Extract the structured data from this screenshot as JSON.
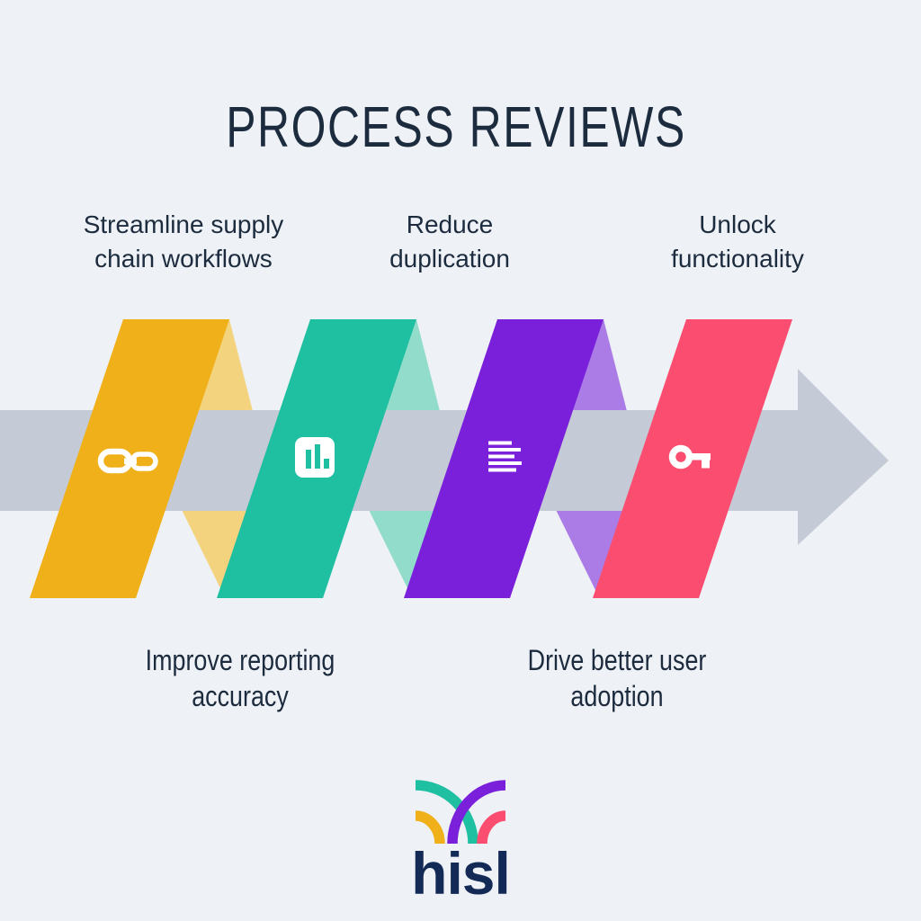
{
  "title": "PROCESS REVIEWS",
  "labels_top": [
    {
      "text": "Streamline supply\nchain workflows"
    },
    {
      "text": "Reduce\nduplication"
    },
    {
      "text": "Unlock\nfunctionality"
    }
  ],
  "labels_bottom": [
    {
      "text": "Improve reporting\naccuracy"
    },
    {
      "text": "Drive better user\nadoption"
    }
  ],
  "ribbons": [
    {
      "name": "yellow",
      "icon": "chain-link-icon",
      "color": "#F0B01A",
      "fold_color": "#F3D37E"
    },
    {
      "name": "teal",
      "icon": "bar-chart-icon",
      "color": "#1FBFA2",
      "fold_color": "#92DCCB"
    },
    {
      "name": "purple",
      "icon": "text-lines-icon",
      "color": "#7A20DB",
      "fold_color": "#AC7CE6"
    },
    {
      "name": "pink",
      "icon": "key-icon",
      "color": "#FA4D6F"
    }
  ],
  "arrow": {
    "color": "#C5CBD6"
  },
  "canvas": {
    "background": "#EEF1F5"
  },
  "icon_color": "#FFFFFF",
  "text_color": "#1C2B3E",
  "logo": {
    "text": "hisl",
    "text_color": "#142A56"
  }
}
